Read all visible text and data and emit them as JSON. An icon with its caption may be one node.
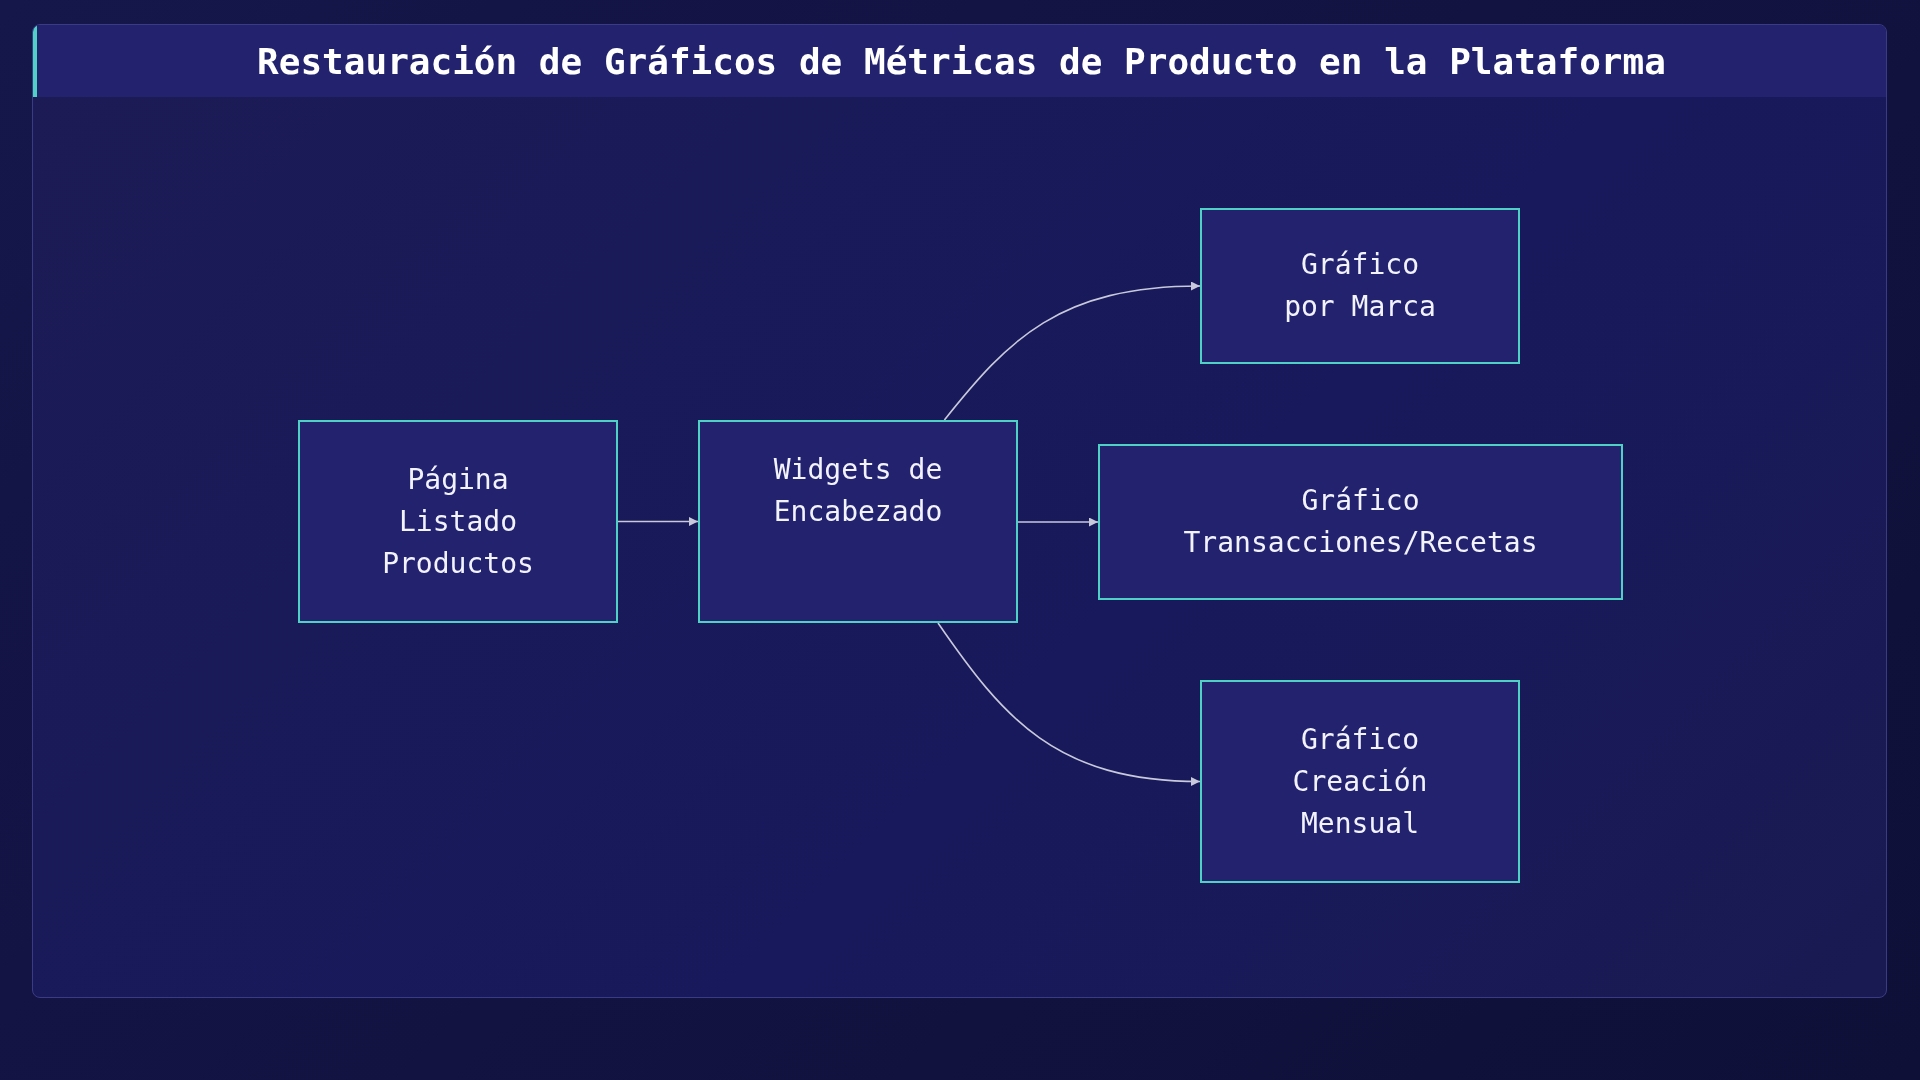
{
  "diagram": {
    "title": "Restauración de Gráficos de Métricas de Producto en la Plataforma",
    "nodes": [
      {
        "text": [
          "Página Listado Productos"
        ]
      },
      {
        "text": [
          "Widgets de Encabezado"
        ]
      },
      {
        "text": [
          "Gráfico por Marca"
        ]
      },
      {
        "text": [
          "Gráfico Transacciones/Recetas"
        ]
      },
      {
        "text": [
          "Gráfico Creación Mensual"
        ]
      }
    ],
    "edges": [
      {
        "from": 0,
        "to": 1,
        "arrow": "to"
      },
      {
        "from": 1,
        "to": 2,
        "arrow": "to"
      },
      {
        "from": 1,
        "to": 3,
        "arrow": "to"
      },
      {
        "from": 1,
        "to": 4,
        "arrow": "to"
      }
    ]
  }
}
